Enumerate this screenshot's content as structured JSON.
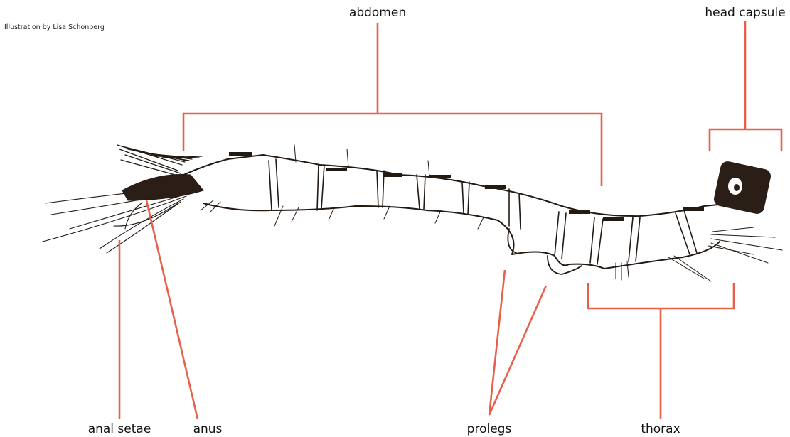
{
  "credit": "Illustration by Lisa Schonberg",
  "labels": {
    "abdomen": "abdomen",
    "head_capsule": "head capsule",
    "anal_setae": "anal setae",
    "anus": "anus",
    "prolegs": "prolegs",
    "thorax": "thorax"
  },
  "colors": {
    "leader_lines": "#e8604a",
    "ink": "#231a14"
  }
}
